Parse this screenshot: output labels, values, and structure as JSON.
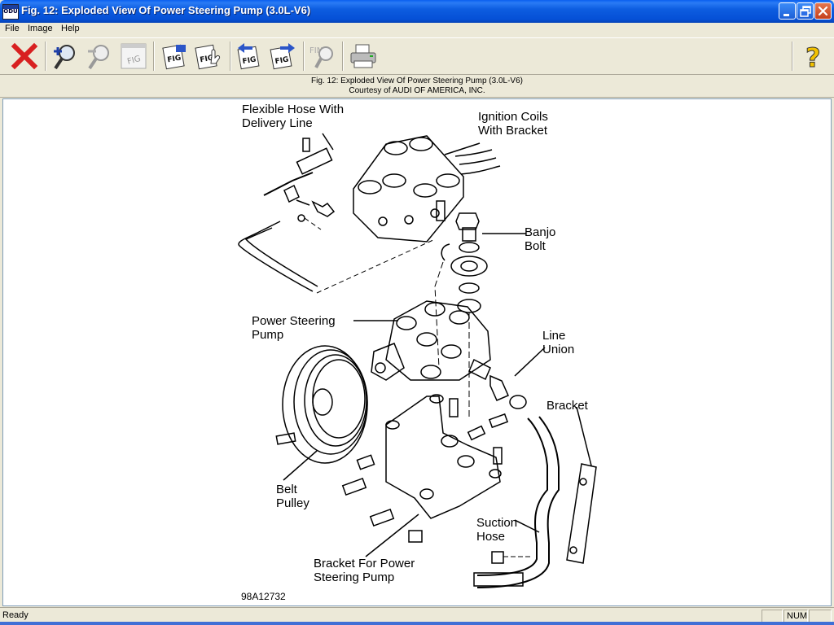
{
  "window": {
    "title": "Fig. 12: Exploded View Of Power Steering Pump (3.0L-V6)",
    "app_icon_text": "ODU"
  },
  "menu": {
    "file": "File",
    "image": "Image",
    "help": "Help"
  },
  "toolbar": {
    "buttons": [
      "close-figure",
      "zoom-in",
      "zoom-out",
      "fit-figure",
      "figure-list",
      "select-figure",
      "previous-figure",
      "next-figure",
      "find",
      "print",
      "help"
    ],
    "find_label": "FIND",
    "fig_label": "FIG",
    "help_glyph": "?"
  },
  "caption": {
    "line1": "Fig. 12: Exploded View Of Power Steering Pump (3.0L-V6)",
    "line2": "Courtesy of AUDI OF AMERICA, INC."
  },
  "figure": {
    "labels": {
      "flexible_hose": [
        "Flexible Hose With",
        "Delivery Line"
      ],
      "ignition_coils": [
        "Ignition Coils",
        "With Bracket"
      ],
      "banjo_bolt": [
        "Banjo",
        "Bolt"
      ],
      "power_steering_pump": [
        "Power Steering",
        "Pump"
      ],
      "line_union": [
        "Line",
        "Union"
      ],
      "bracket": [
        "Bracket"
      ],
      "belt_pulley": [
        "Belt",
        "Pulley"
      ],
      "suction_hose": [
        "Suction",
        "Hose"
      ],
      "bracket_pump": [
        "Bracket For Power",
        "Steering Pump"
      ],
      "figure_id": "98A12732"
    }
  },
  "status": {
    "text": "Ready",
    "num": "NUM"
  },
  "colors": {
    "titlebar": "#0550D6",
    "chrome": "#ECE9D8",
    "close_red": "#D82020"
  }
}
